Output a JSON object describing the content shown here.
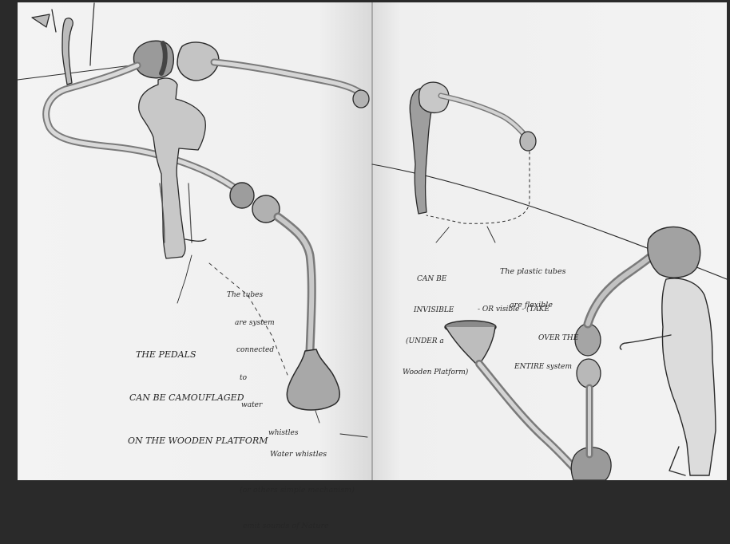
{
  "sketchbook": {
    "left_page": {
      "notes": {
        "tubes": [
          "The tubes",
          "are system",
          "connected",
          "to",
          "water",
          "whistles"
        ],
        "pedals": [
          "THE PEDALS",
          "CAN BE CAMOUFLAGED",
          "ON THE WOODEN PLATFORM"
        ],
        "whistles": [
          "Water whistles",
          "(or others simple mechanism)",
          "emit sounds of Nature"
        ]
      }
    },
    "right_page": {
      "notes": {
        "invisible": [
          "CAN BE",
          "INVISIBLE",
          "(UNDER a",
          "Wooden Platform)"
        ],
        "tubes": [
          "The plastic tubes",
          "are flexible"
        ],
        "visible": [
          "- OR visible - (TAKE",
          "OVER THE",
          "ENTIRE system"
        ]
      }
    }
  }
}
